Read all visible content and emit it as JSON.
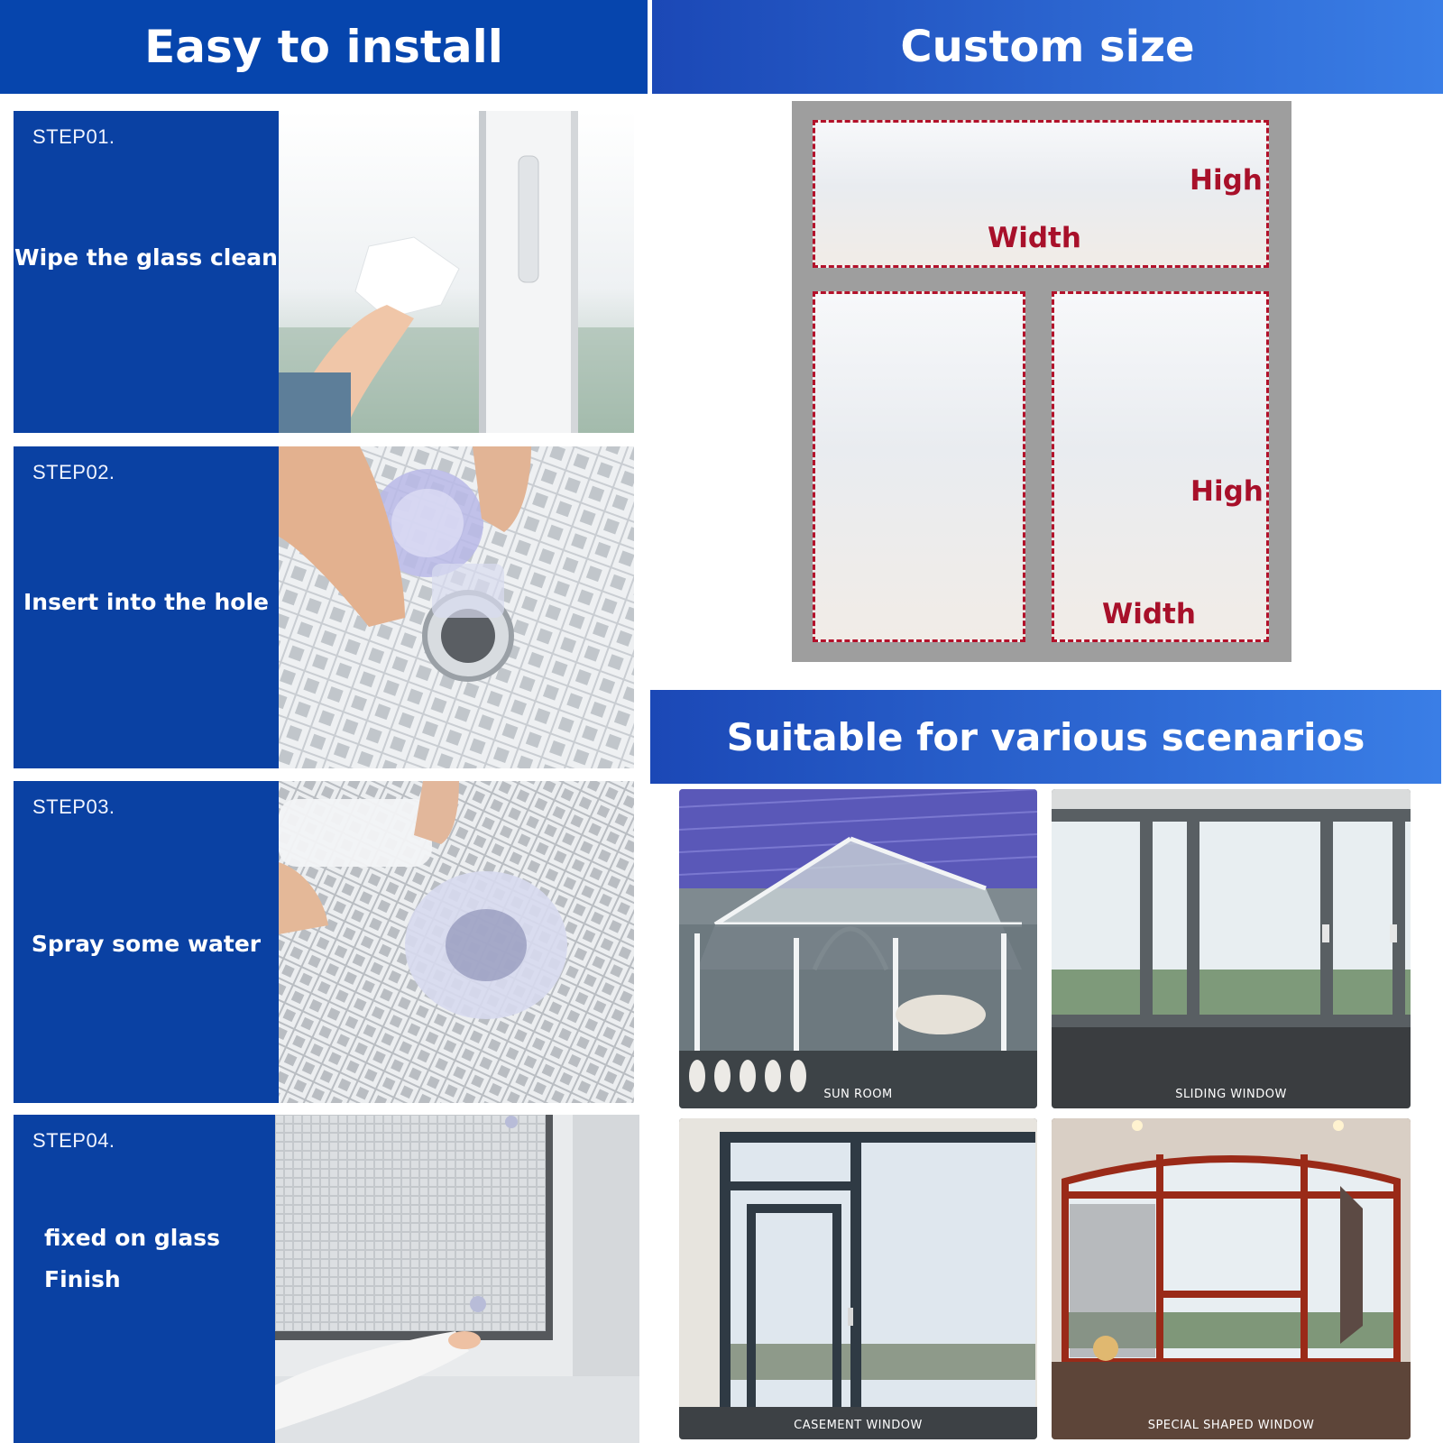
{
  "install": {
    "title": "Easy to install",
    "steps": [
      {
        "number": "STEP01.",
        "text": "Wipe the glass clean"
      },
      {
        "number": "STEP02.",
        "text": "Insert into the hole"
      },
      {
        "number": "STEP03.",
        "text": "Spray some water"
      },
      {
        "number": "STEP04.",
        "text_line1": "fixed on glass",
        "text_line2": "Finish"
      }
    ]
  },
  "custom_size": {
    "title": "Custom size",
    "labels": {
      "high": "High",
      "width": "Width"
    }
  },
  "scenarios": {
    "title": "Suitable for various scenarios",
    "items": [
      {
        "caption": "SUN ROOM"
      },
      {
        "caption": "SLIDING WINDOW"
      },
      {
        "caption": "CASEMENT WINDOW"
      },
      {
        "caption": "SPECIAL SHAPED WINDOW"
      }
    ]
  },
  "colors": {
    "primary_blue": "#0a41a3",
    "header_gradient_start": "#1b48b6",
    "header_gradient_end": "#3a7ee6",
    "dimension_red": "#a8102a",
    "frame_gray": "#9e9e9e"
  }
}
